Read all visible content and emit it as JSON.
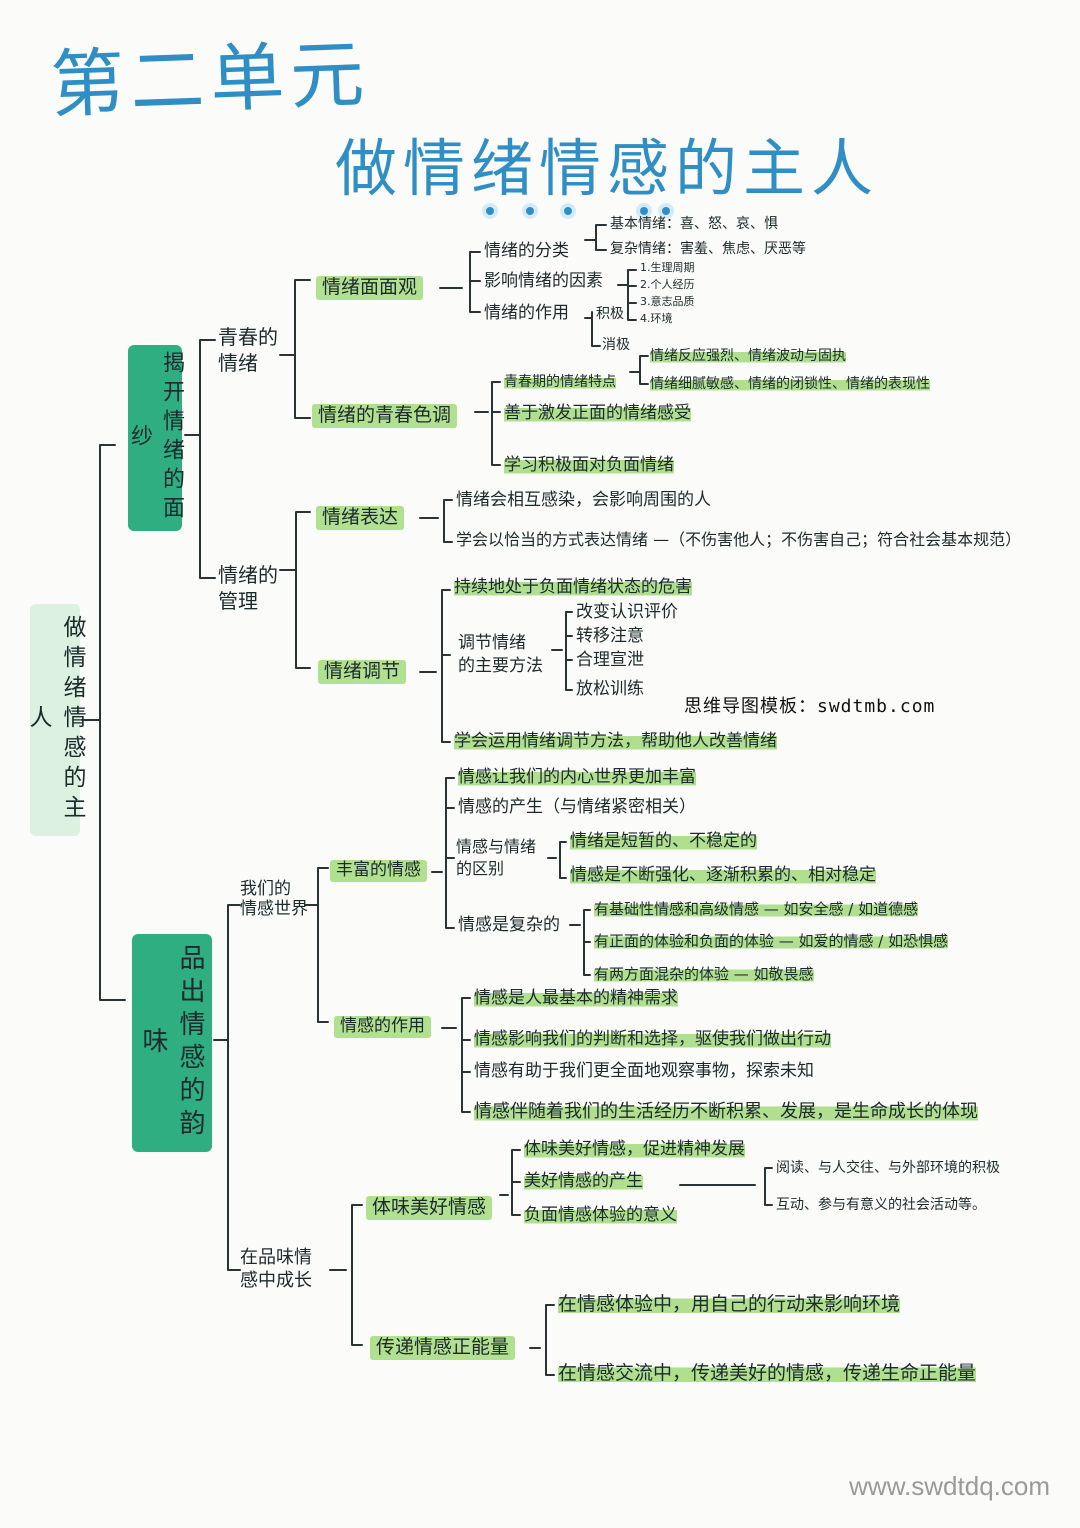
{
  "title": {
    "unit": "第二单元",
    "main": "做情绪情感的主人"
  },
  "root": "做情绪情感的主人",
  "branches": {
    "b1": "揭开情绪的面纱",
    "b2": "品出情感的韵味"
  },
  "sub": {
    "qcqx": "青春的\n情绪",
    "qxgl": "情绪的\n管理",
    "wmqg": "我们的\n情感世界",
    "pwcz": "在品味情\n感中成长"
  },
  "nodes": {
    "n1": "情绪面面观",
    "n1_a": "情绪的分类",
    "n1_a1": "基本情绪：喜、怒、哀、惧",
    "n1_a2": "复杂情绪：害羞、焦虑、厌恶等",
    "n1_b": "影响情绪的因素",
    "n1_b1": "1.生理周期",
    "n1_b2": "2.个人经历",
    "n1_b3": "3.意志品质",
    "n1_b4": "4.环境",
    "n1_c": "情绪的作用",
    "n1_c1": "积极",
    "n1_c2": "消极",
    "n2": "情绪的青春色调",
    "n2_a": "青春期的情绪特点",
    "n2_a1": "情绪反应强烈、情绪波动与固执",
    "n2_a2": "情绪细腻敏感、情绪的闭锁性、情绪的表现性",
    "n2_b": "善于激发正面的情绪感受",
    "n2_c": "学习积极面对负面情绪",
    "n3": "情绪表达",
    "n3_a": "情绪会相互感染，会影响周围的人",
    "n3_b": "学会以恰当的方式表达情绪 —（不伤害他人；不伤害自己；符合社会基本规范）",
    "n4": "情绪调节",
    "n4_a": "持续地处于负面情绪状态的危害",
    "n4_b": "调节情绪\n的主要方法",
    "n4_b1": "改变认识评价",
    "n4_b2": "转移注意",
    "n4_b3": "合理宣泄",
    "n4_b4": "放松训练",
    "n4_c": "学会运用情绪调节方法，帮助他人改善情绪",
    "n5": "丰富的情感",
    "n5_a": "情感让我们的内心世界更加丰富",
    "n5_b": "情感的产生（与情绪紧密相关）",
    "n5_c": "情感与情绪\n的区别",
    "n5_c1": "情绪是短暂的、不稳定的",
    "n5_c2": "情感是不断强化、逐渐积累的、相对稳定",
    "n5_d": "情感是复杂的",
    "n5_d1": "有基础性情感和高级情感 — 如安全感 / 如道德感",
    "n5_d2": "有正面的体验和负面的体验 — 如爱的情感 / 如恐惧感",
    "n5_d3": "有两方面混杂的体验 — 如敬畏感",
    "n6": "情感的作用",
    "n6_a": "情感是人最基本的精神需求",
    "n6_b": "情感影响我们的判断和选择，驱使我们做出行动",
    "n6_c": "情感有助于我们更全面地观察事物，探索未知",
    "n6_d": "情感伴随着我们的生活经历不断积累、发展，是生命成长的体现",
    "n7": "体味美好情感",
    "n7_a": "体味美好情感，促进精神发展",
    "n7_b": "美好情感的产生",
    "n7_b1": "阅读、与人交往、与外部环境的积极",
    "n7_b2": "互动、参与有意义的社会活动等。",
    "n7_c": "负面情感体验的意义",
    "n8": "传递情感正能量",
    "n8_a": "在情感体验中，用自己的行动来影响环境",
    "n8_b": "在情感交流中，传递美好的情感，传递生命正能量"
  },
  "watermarks": {
    "w1": "思维导图模板：swdtmb.com",
    "w2": "www.swdtdq.com"
  },
  "colors": {
    "title": "#2f8fc4",
    "branch": "#2fae82",
    "root": "#dcf1e0",
    "highlight": "#82ce50"
  }
}
